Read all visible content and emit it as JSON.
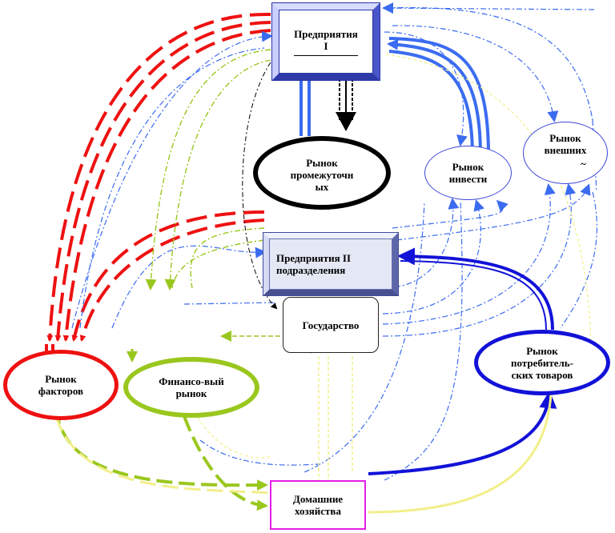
{
  "nodes": {
    "enterprises_1": "Предприятия\nI",
    "enterprises_2": "Предприятия II\nподразделения",
    "intermediate_market": "Рынок\nпромежуточн\nых",
    "investment_market": "Рынок\nинвести",
    "external_market": "Рынок\nвнешних",
    "external_market_mark": "~",
    "state": "Государство",
    "factor_market": "Рынок\nфакторов",
    "financial_market": "Финансо-вый\nрынок",
    "consumer_market": "Рынок\nпотребитель-\nских товаров",
    "households": "Домашние\nхозяйства"
  },
  "flow_colors": {
    "red": "#ee1111",
    "blue": "#3b6cf0",
    "dark_blue": "#1212d8",
    "olive": "#9ac71e",
    "pale_yellow": "#f2ef8a",
    "black": "#000000"
  }
}
